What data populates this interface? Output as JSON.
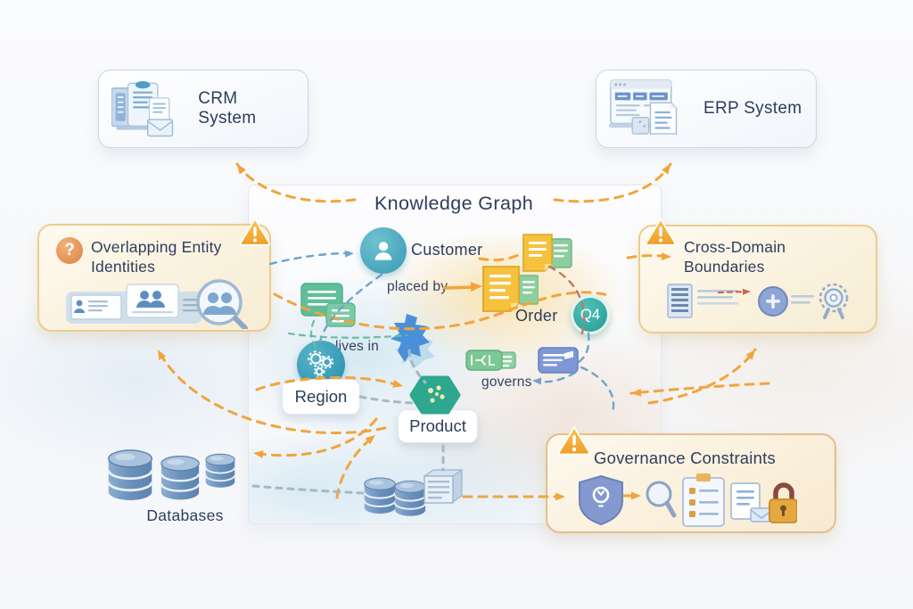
{
  "graph": {
    "title": "Knowledge Graph",
    "nodes": {
      "customer": {
        "label": "Customer",
        "icon": "person-icon"
      },
      "order": {
        "label": "Order",
        "badge": "Q4",
        "icon": "document-icon"
      },
      "region": {
        "label": "Region",
        "icon": "gears-icon"
      },
      "product": {
        "label": "Product",
        "icon": "hexagon-icon"
      }
    },
    "edges": {
      "placed_by": {
        "label": "placed by"
      },
      "lives_in": {
        "label": "lives in"
      },
      "governs": {
        "label": "governs"
      }
    }
  },
  "systems": {
    "crm": {
      "label": "CRM System",
      "icon": "crm-system-icon"
    },
    "erp": {
      "label": "ERP System",
      "icon": "erp-system-icon"
    }
  },
  "issues": {
    "overlapping_entities": {
      "label": "Overlapping Entity Identities",
      "icon": "warning-icon"
    },
    "cross_domain": {
      "label": "Cross-Domain Boundaries",
      "icon": "warning-icon"
    },
    "governance": {
      "label": "Governance Constraints",
      "icon": "warning-icon"
    }
  },
  "storage": {
    "databases_label": "Databases"
  },
  "colors": {
    "background": "#f7f8fa",
    "text": "#2e3d5c",
    "accent_orange": "#f2a43c",
    "accent_teal": "#4fb0c2",
    "accent_green": "#33a78e",
    "doc_yellow": "#f6c23d",
    "db_blue": "#7096c2",
    "warning_orange": "#f0a12f",
    "issue_border": "#e9cd8f"
  }
}
